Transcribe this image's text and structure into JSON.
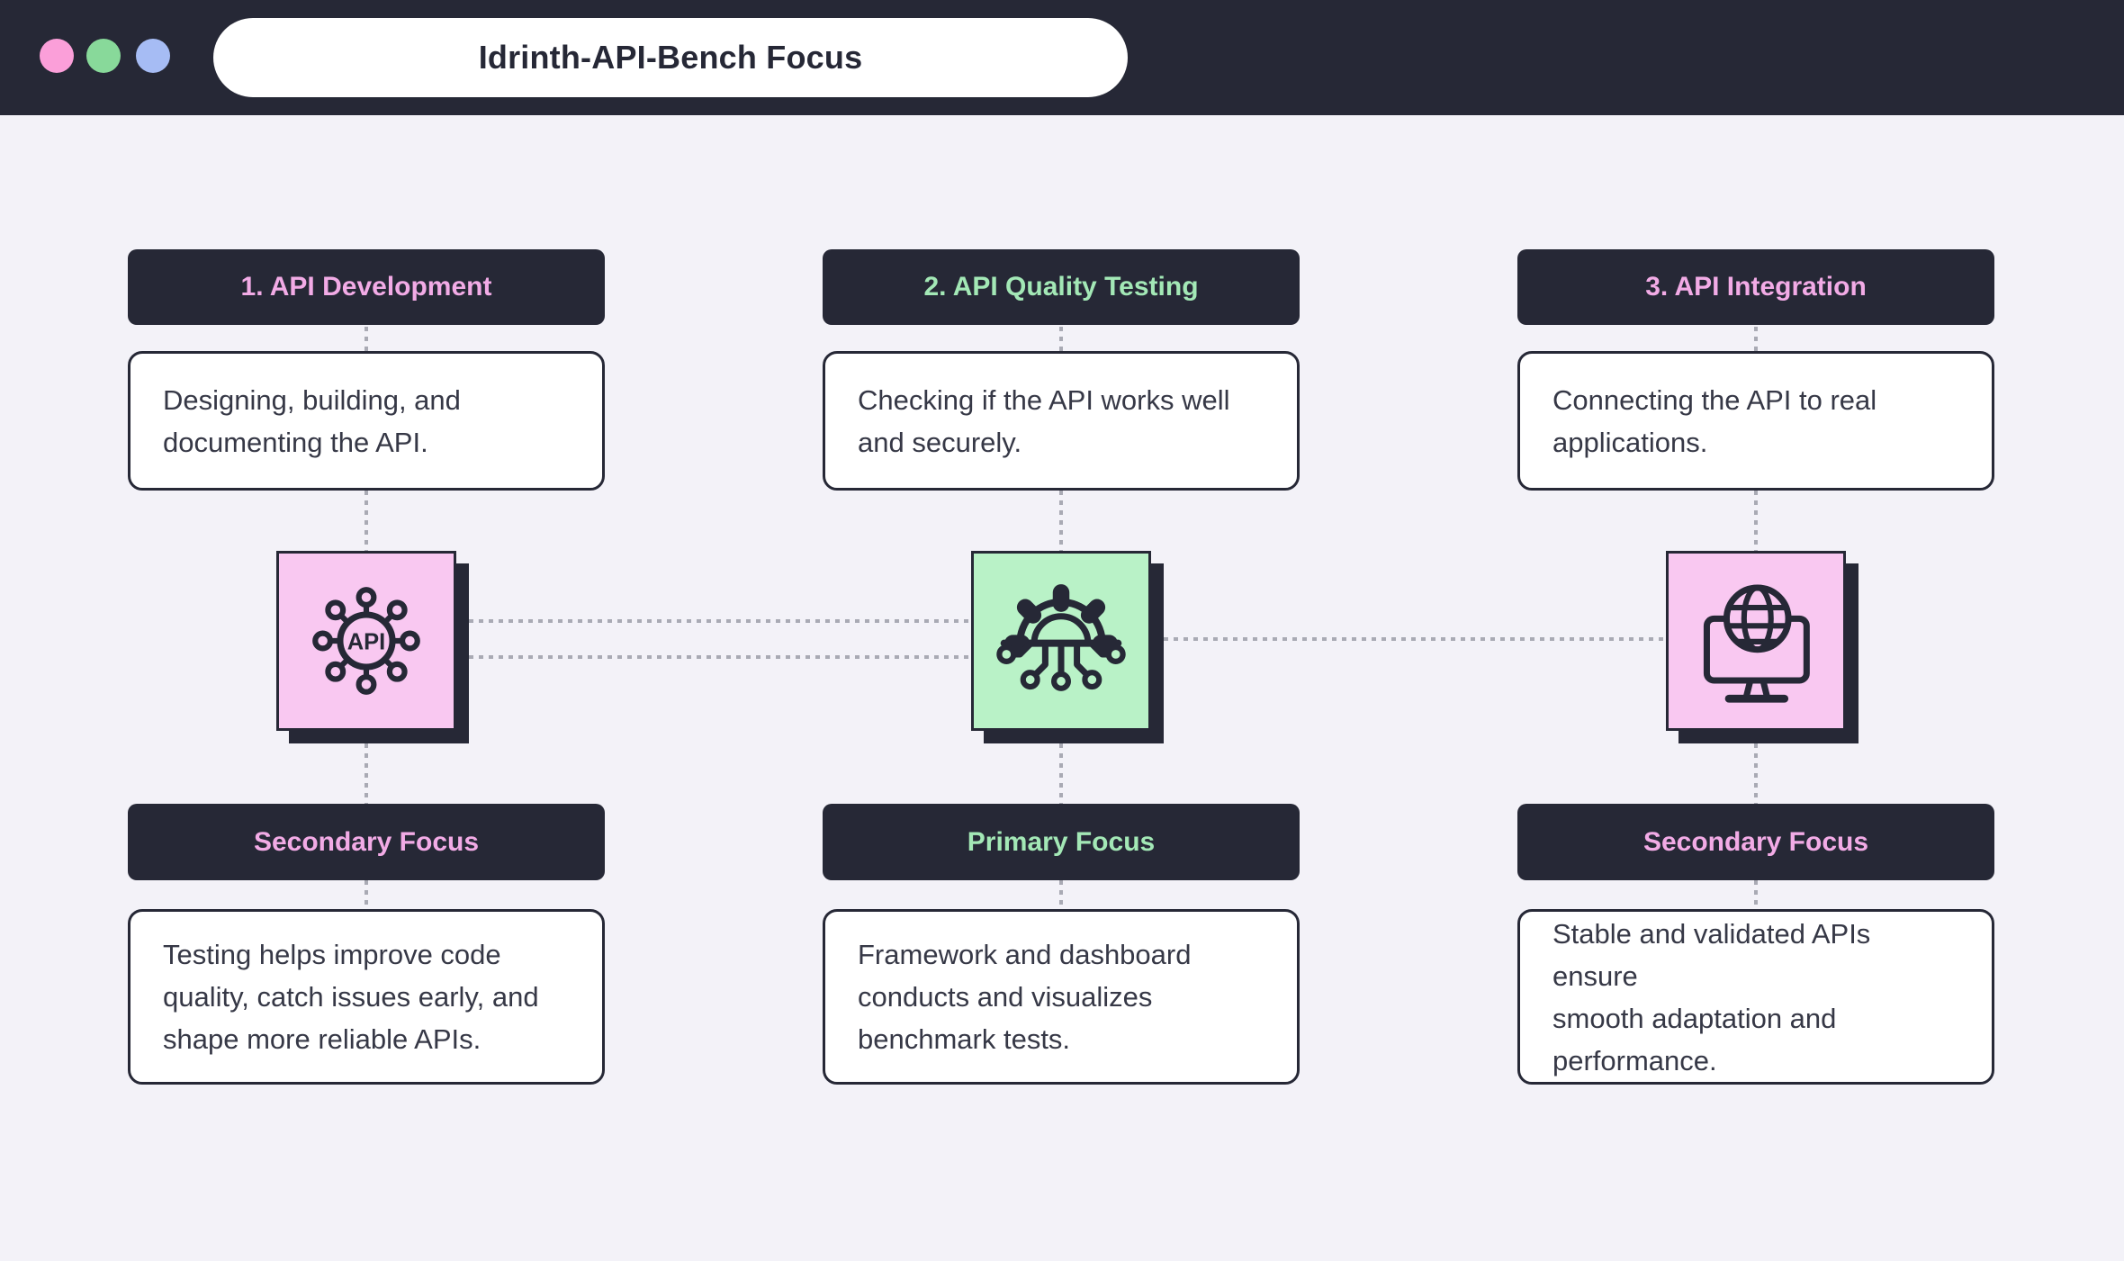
{
  "window": {
    "title": "Idrinth-API-Bench Focus",
    "traffic_lights": {
      "pink": "#fb9fd9",
      "green": "#88d99a",
      "blue": "#a6bcf4"
    }
  },
  "colors": {
    "page_background": "#f3f2f8",
    "dark": "#262836",
    "card_background": "#ffffff",
    "body_text": "#363846",
    "dotted_line": "#a9aab4",
    "accent_pink": "#f2abe6",
    "accent_green": "#a3e8b6",
    "icon_pink": "#f9c8f1",
    "icon_green": "#b9f2c7"
  },
  "columns": [
    {
      "header": "1. API Development",
      "accent": "#f2abe6",
      "description": "Designing, building, and\ndocumenting the API.",
      "icon": "api-hub-icon",
      "icon_label": "API",
      "icon_bg": "#f9c8f1",
      "focus": "Secondary Focus",
      "focus_description": "Testing helps improve code\nquality, catch issues early, and\nshape more reliable APIs."
    },
    {
      "header": "2. API Quality Testing",
      "accent": "#a3e8b6",
      "description": "Checking if the API works well\nand securely.",
      "icon": "gear-circuit-icon",
      "icon_bg": "#b9f2c7",
      "focus": "Primary Focus",
      "focus_description": "Framework and dashboard\nconducts and visualizes\nbenchmark tests."
    },
    {
      "header": "3. API Integration",
      "accent": "#f2abe6",
      "description": "Connecting the API to real\napplications.",
      "icon": "globe-monitor-icon",
      "icon_bg": "#f9c8f1",
      "focus": "Secondary Focus",
      "focus_description": "Stable and validated APIs ensure\nsmooth adaptation and\nperformance."
    }
  ]
}
